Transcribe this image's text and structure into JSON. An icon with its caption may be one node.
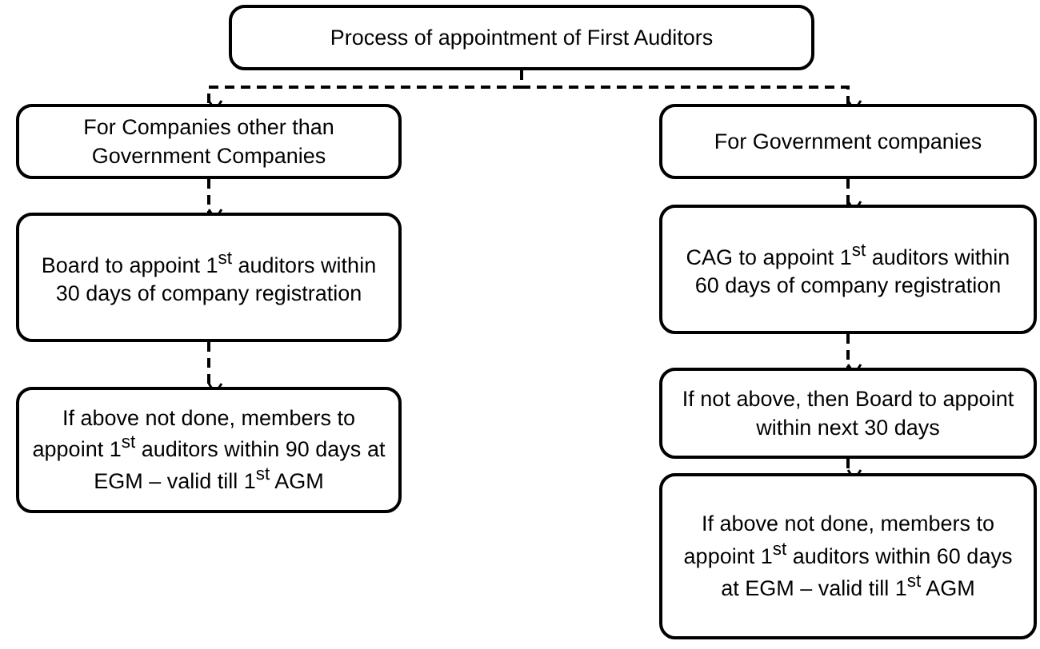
{
  "diagram": {
    "nodes": [
      {
        "text": [
          "Process of appointment of First Auditors"
        ]
      },
      {
        "text": [
          "For Companies other than Government Companies"
        ]
      },
      {
        "text": [
          "For Government companies"
        ]
      },
      {
        "text": [
          "Board to appoint 1$^{st}$ auditors within 30 days of company registration"
        ]
      },
      {
        "text": [
          "If above not done, members to appoint 1$^{st}$ auditors within 90 days at EGM – valid till 1$^{st}$ AGM"
        ]
      },
      {
        "text": [
          "CAG to appoint 1$^{st}$ auditors within 60 days of company registration"
        ]
      },
      {
        "text": [
          "If not above, then Board to appoint within next 30 days"
        ]
      },
      {
        "text": [
          "If above not done, members to appoint 1$^{st}$ auditors within 60 days at EGM – valid till 1$^{st}$ AGM"
        ]
      }
    ],
    "edges": [
      {
        "from": 0,
        "to": 1,
        "arrow": "to",
        "style": "dashed"
      },
      {
        "from": 0,
        "to": 2,
        "arrow": "to",
        "style": "dashed"
      },
      {
        "from": 1,
        "to": 3,
        "arrow": "to",
        "style": "dashed"
      },
      {
        "from": 3,
        "to": 4,
        "arrow": "to",
        "style": "dashed"
      },
      {
        "from": 2,
        "to": 5,
        "arrow": "to",
        "style": "dashed"
      },
      {
        "from": 5,
        "to": 6,
        "arrow": "to",
        "style": "dashed"
      },
      {
        "from": 6,
        "to": 7,
        "arrow": "to",
        "style": "dashed"
      }
    ]
  }
}
